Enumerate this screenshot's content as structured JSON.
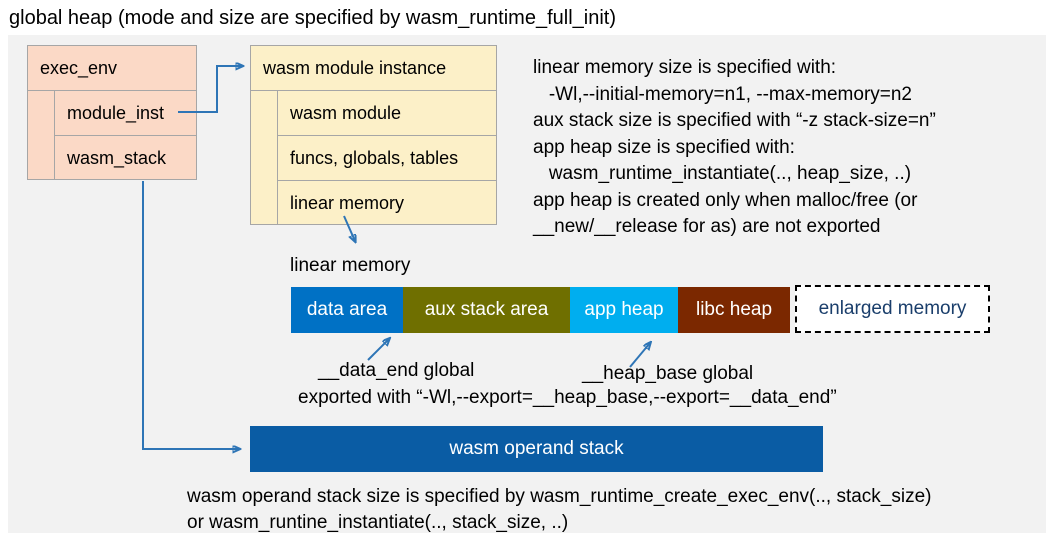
{
  "title": "global heap (mode and size are specified by wasm_runtime_full_init)",
  "exec_env": {
    "header": "exec_env",
    "fields": [
      "module_inst",
      "wasm_stack"
    ]
  },
  "module_instance": {
    "header": "wasm module instance",
    "fields": [
      "wasm module",
      "funcs, globals, tables",
      "linear memory"
    ]
  },
  "notes_right": {
    "lines": [
      "linear memory size is specified with:",
      "   -Wl,--initial-memory=n1, --max-memory=n2",
      "aux stack size is specified with “-z stack-size=n”",
      "app heap size is specified with:",
      "   wasm_runtime_instantiate(.., heap_size, ..)",
      "app heap is created only when malloc/free (or",
      "__new/__release for as) are not exported"
    ]
  },
  "linear_memory": {
    "label": "linear memory",
    "segments": [
      {
        "label": "data area",
        "color": "#0071C5"
      },
      {
        "label": "aux stack area",
        "color": "#6F6F00"
      },
      {
        "label": "app heap",
        "color": "#00AEEF"
      },
      {
        "label": "libc heap",
        "color": "#7B2800"
      }
    ],
    "enlarged": {
      "label": "enlarged memory",
      "text_color": "#1A3E6B"
    }
  },
  "annotations": {
    "data_end": "__data_end global",
    "heap_base": "__heap_base global",
    "exported": "exported with “-Wl,--export=__heap_base,--export=__data_end”"
  },
  "operand_stack": {
    "label": "wasm operand stack",
    "color": "#0A5CA4",
    "notes": [
      "wasm operand stack size is specified by wasm_runtime_create_exec_env(.., stack_size)",
      "or wasm_runtine_instantiate(.., stack_size, ..)"
    ]
  },
  "colors": {
    "panel_bg": "#F2F2F2",
    "exec_env_fill": "#FBD9C6",
    "instance_fill": "#FCF0C8",
    "box_border": "#A6A6A6",
    "arrow_blue": "#2E75B6"
  }
}
